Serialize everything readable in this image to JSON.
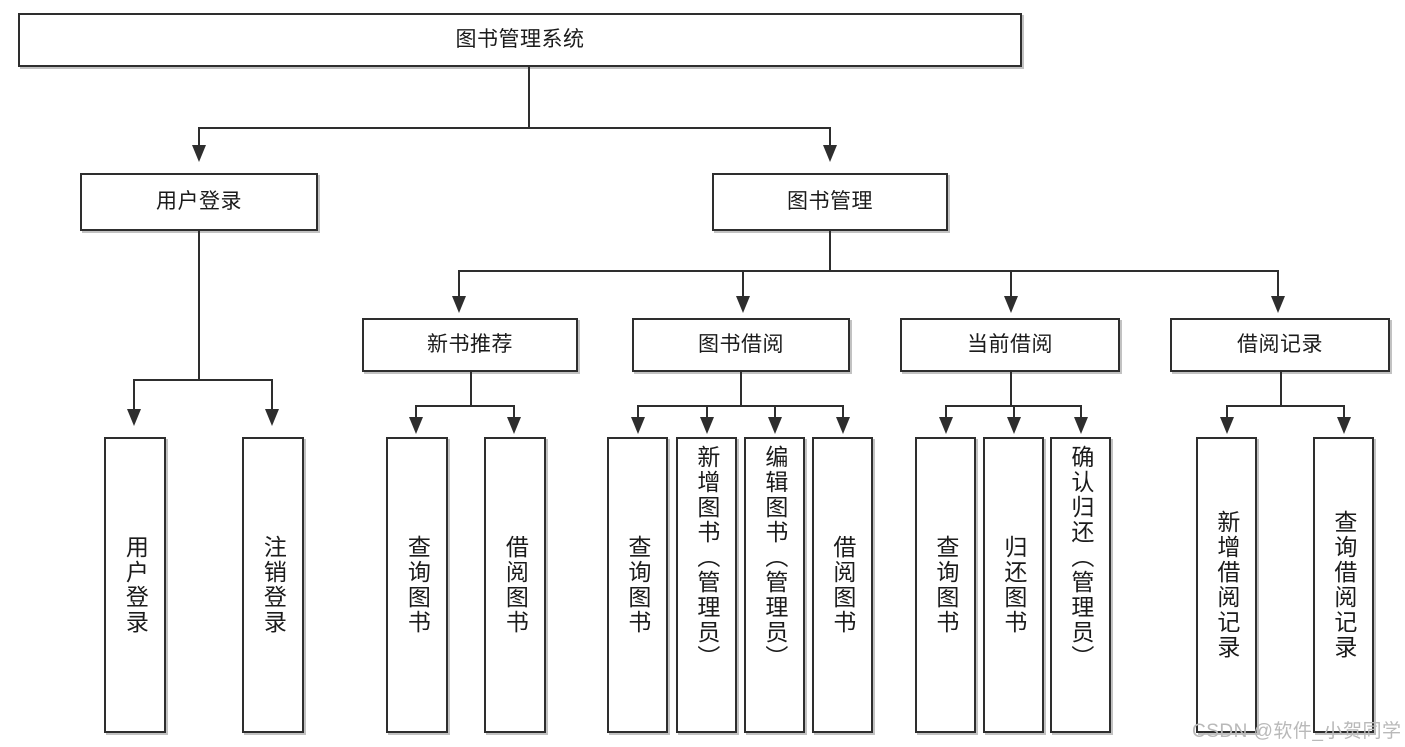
{
  "diagram": {
    "title": "图书管理系统",
    "type": "tree",
    "watermark": "CSDN @软件_小贺同学",
    "colors": {
      "background": "#ffffff",
      "border": "#2e2e2e",
      "text": "#1b1b1b",
      "shadow": "#787878",
      "watermark": "#b9b9b9"
    },
    "root": {
      "label": "图书管理系统"
    },
    "level1": [
      {
        "label": "用户登录"
      },
      {
        "label": "图书管理"
      }
    ],
    "level2": [
      {
        "label": "新书推荐"
      },
      {
        "label": "图书借阅"
      },
      {
        "label": "当前借阅"
      },
      {
        "label": "借阅记录"
      }
    ],
    "leaves": {
      "user_login": [
        {
          "label": "用户登录"
        },
        {
          "label": "注销登录"
        }
      ],
      "new_book": [
        {
          "label": "查询图书"
        },
        {
          "label": "借阅图书"
        }
      ],
      "book_borrow": [
        {
          "label": "查询图书"
        },
        {
          "label": "新增图书（管理员）"
        },
        {
          "label": "编辑图书（管理员）"
        },
        {
          "label": "借阅图书"
        }
      ],
      "current_borrow": [
        {
          "label": "查询图书"
        },
        {
          "label": "归还图书"
        },
        {
          "label": "确认归还（管理员）"
        }
      ],
      "borrow_record": [
        {
          "label": "新增借阅记录"
        },
        {
          "label": "查询借阅记录"
        }
      ]
    }
  }
}
